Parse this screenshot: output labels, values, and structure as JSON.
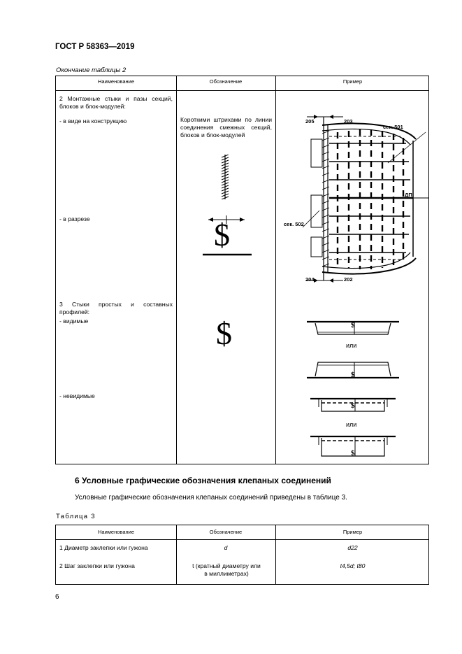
{
  "header": {
    "doc_id": "ГОСТ Р 58363—2019"
  },
  "table2": {
    "caption": "Окончание таблицы 2",
    "columns": [
      "Наименование",
      "Обозначение",
      "Пример"
    ],
    "rows": {
      "r2_title": "2 Монтажные стыки и пазы секций, блоков и блок-модулей:",
      "r2_a": "- в виде на конструкцию",
      "r2_b": "- в разрезе",
      "r2_desc": "Короткими штрихами по линии соединения смежных секций, блоков и блок-модулей",
      "r3_title": "3 Стыки простых и составных профилей:",
      "r3_a": "- видимые",
      "r3_b": "- невидимые"
    },
    "symbol": "$",
    "drawing_labels": {
      "l205": "205",
      "l203": "203",
      "l204": "204",
      "l202": "202",
      "sec501": "сек. 501",
      "sec502": "сек. 502",
      "dp": "ДП"
    },
    "or_word": "или"
  },
  "section6": {
    "heading": "6 Условные графические обозначения клепаных соединений",
    "text": "Условные графические обозначения клепаных соединений приведены в таблице 3."
  },
  "table3": {
    "caption": "Таблица 3",
    "columns": [
      "Наименование",
      "Обозначение",
      "Пример"
    ],
    "rows": [
      {
        "name": "1 Диаметр заклепки или гужона",
        "symbol": "d",
        "example": "d22"
      },
      {
        "name": "2 Шаг заклепки или гужона",
        "symbol": "t (кратный диаметру или в миллиметрах)",
        "example": "t4,5d; t80"
      }
    ]
  },
  "page_number": "6"
}
